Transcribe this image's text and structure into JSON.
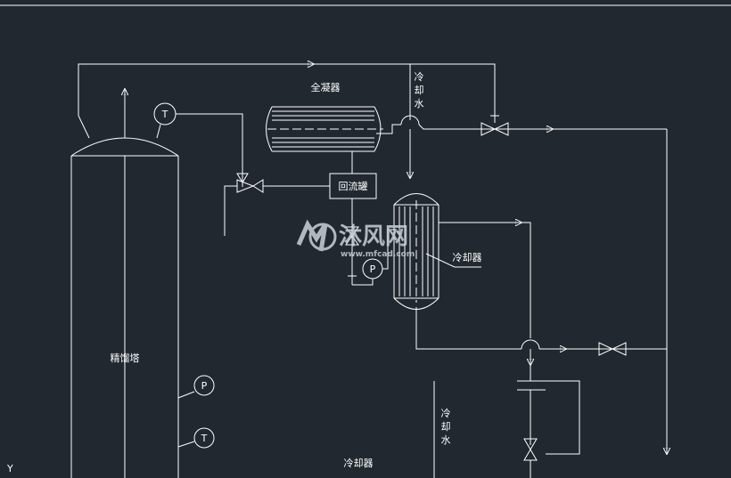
{
  "labels": {
    "column": "精馏塔",
    "condenser": "全凝器",
    "reflux_drum": "回流罐",
    "cooler_right": "冷却器",
    "cooler_bottom": "冷却器",
    "cooling_water_top": [
      "冷",
      "却",
      "水"
    ],
    "cooling_water_bottom": [
      "冷",
      "却",
      "水"
    ]
  },
  "instruments": {
    "top_temp": "T",
    "pump": "P",
    "side_pressure": "P",
    "side_temp": "T"
  },
  "axis_mark": "Y",
  "watermark": {
    "cn": "沐风网",
    "en": "www.mfcad.com"
  },
  "colors": {
    "background": "#212830",
    "lines": "#ffffff",
    "watermark": "#c8d0d8"
  }
}
